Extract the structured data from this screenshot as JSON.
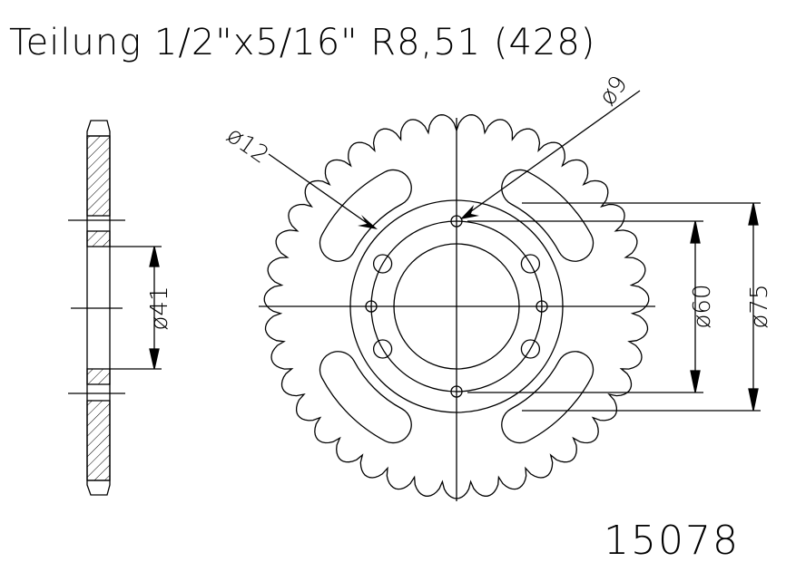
{
  "header": {
    "title": "Teilung 1/2\"x5/16\" R8,51 (428)"
  },
  "part_number": "15078",
  "colors": {
    "line": "#000000",
    "background": "#ffffff"
  },
  "sprocket": {
    "teeth": 39
  },
  "dimensions": {
    "hub_bore_diameter": "ø41",
    "bolt_hole_diameter": "ø12",
    "pin_hole_diameter": "ø9",
    "pin_circle_diameter": "ø60",
    "bolt_circle_diameter": "ø75"
  }
}
